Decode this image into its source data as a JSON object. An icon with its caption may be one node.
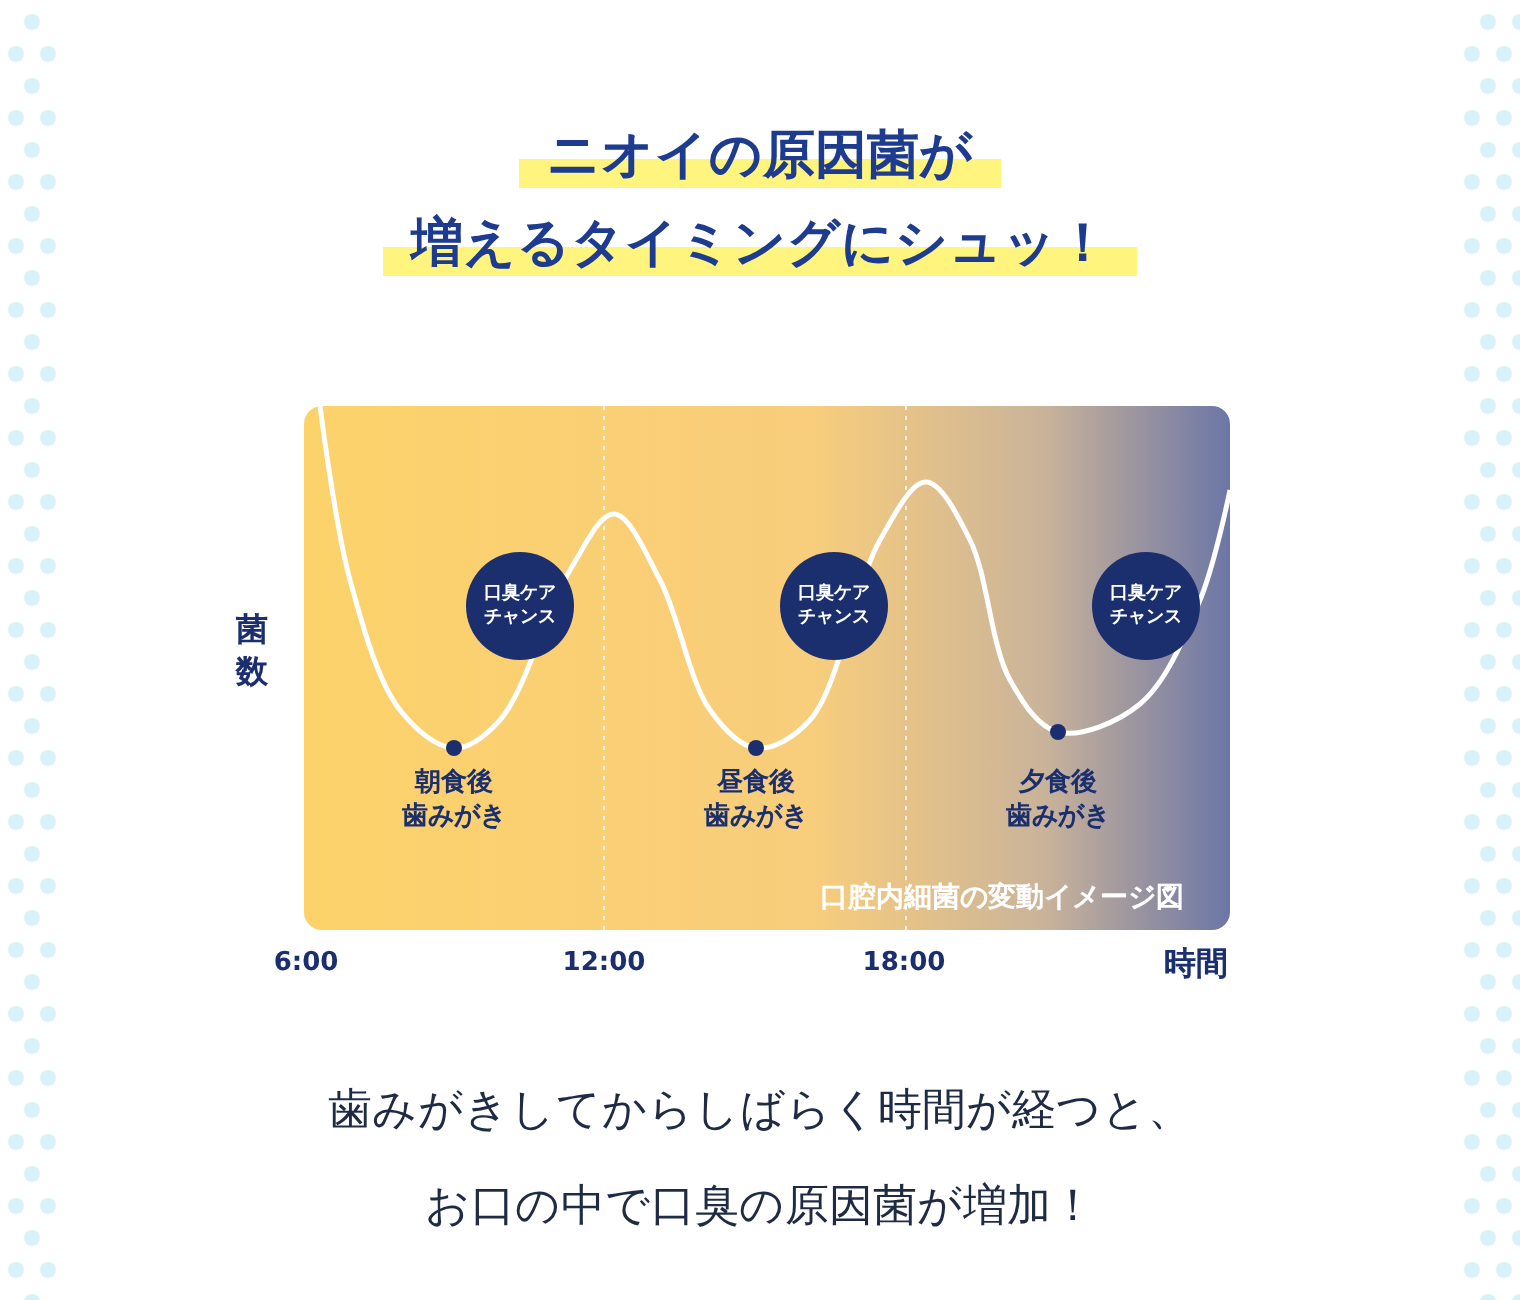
{
  "diagram": {
    "caption": "歯みがきしてからしばらく時間が経つと、お口の中で口臭の原因菌が増加！",
    "nodes": [
      {
        "text": [
          "口臭ケアチャンス"
        ]
      },
      {
        "text": [
          "口臭ケアチャンス"
        ]
      },
      {
        "text": [
          "口臭ケアチャンス"
        ]
      }
    ],
    "labels": [
      "ニオイの原因菌が",
      "増えるタイミングにシュッ！",
      "菌数",
      "朝食後",
      "歯みがき",
      "昼食後",
      "歯みがき",
      "夕食後",
      "歯みがき",
      "口腔内細菌の変動イメージ図",
      "6:00",
      "12:00",
      "18:00",
      "時間"
    ]
  }
}
